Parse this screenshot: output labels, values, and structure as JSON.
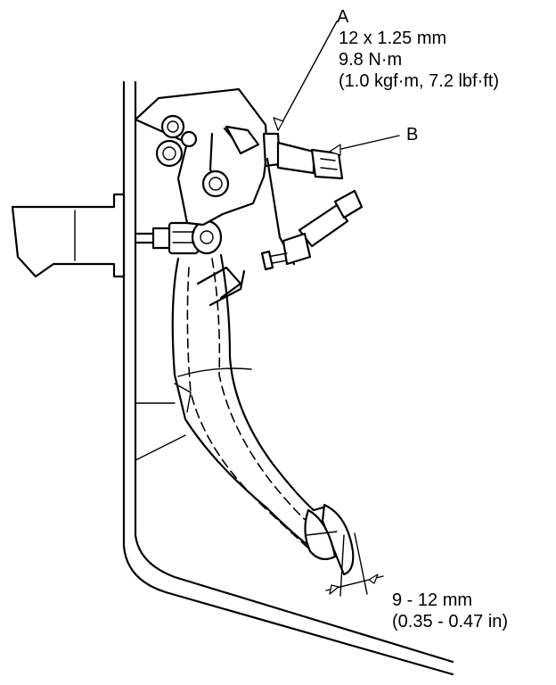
{
  "callouts": {
    "a": {
      "letter": "A",
      "size": "12 x 1.25 mm",
      "torque_metric": "9.8 N·m",
      "torque_alt": "(1.0 kgf·m, 7.2 lbf·ft)"
    },
    "b": {
      "letter": "B"
    },
    "clearance": {
      "value": "9 - 12 mm",
      "value_in": "(0.35 - 0.47 in)"
    }
  }
}
